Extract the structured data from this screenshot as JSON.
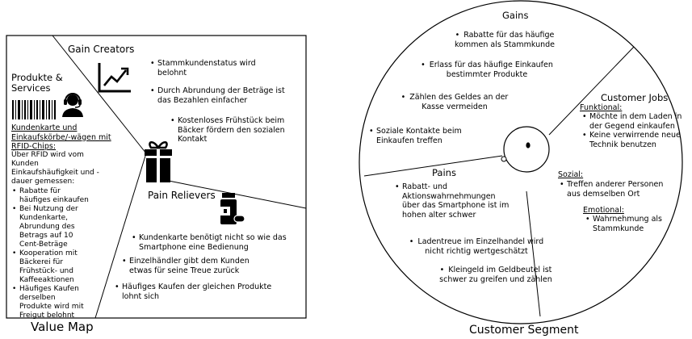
{
  "value_map": {
    "caption": "Value Map",
    "gain_creators": {
      "title": "Gain Creators",
      "items": [
        "Stammkundenstatus wird belohnt",
        "Durch Abrundung der Beträge ist das Bezahlen einfacher",
        "Kostenloses Frühstück beim Bäcker fördern den sozialen Kontakt"
      ]
    },
    "products_services": {
      "title_line1": "Produkte &",
      "title_line2": "Services",
      "heading": "Kundenkarte und Einkaufskörbe/-wägen mit RFID-Chips:",
      "text": "Über RFID wird vom Kunden Einkaufshäufigkeit und -dauer gemessen:",
      "items": [
        "Rabatte für häufiges einkaufen",
        "Bei Nutzung der Kundenkarte, Abrundung des Betrags auf 10 Cent-Beträge",
        "Kooperation mit Bäckerei für Frühstück- und Kaffeeaktionen",
        "Häufiges Kaufen derselben Produkte wird mit Freigut belohnt"
      ]
    },
    "pain_relievers": {
      "title": "Pain Relievers",
      "items": [
        "Kundenkarte benötigt nicht so wie das Smartphone eine Bedienung",
        "Einzelhändler gibt dem Kunden etwas für seine Treue zurück",
        "Häufiges Kaufen der gleichen Produkte lohnt sich"
      ]
    }
  },
  "customer_segment": {
    "caption": "Customer Segment",
    "gains": {
      "title": "Gains",
      "items": [
        "Rabatte für das häufige kommen als Stammkunde",
        "Erlass für das häufige Einkaufen bestimmter Produkte",
        "Zählen des Geldes an der Kasse vermeiden",
        "Soziale Kontakte beim Einkaufen treffen"
      ]
    },
    "customer_jobs": {
      "title": "Customer Jobs",
      "functional_label": "Funktional:",
      "functional_items": [
        "Möchte in dem Laden in der Gegend einkaufen",
        "Keine verwirrende neue Technik benutzen"
      ],
      "social_label": "Sozial:",
      "social_items": [
        "Treffen anderer Personen aus demselben Ort"
      ],
      "emotional_label": "Emotional:",
      "emotional_items": [
        "Wahrnehmung als Stammkunde"
      ]
    },
    "pains": {
      "title": "Pains",
      "items": [
        "Rabatt- und Aktionswahrnehmungen über das Smartphone ist im hohen alter schwer",
        "Ladentreue im Einzelhandel wird nicht richtig wertgeschätzt",
        "Kleingeld im Geldbeutel ist schwer zu greifen und zählen"
      ]
    }
  },
  "icons": [
    "chart-trend-icon",
    "barcode-icon",
    "support-agent-icon",
    "gift-icon",
    "medicine-bottle-icon"
  ]
}
